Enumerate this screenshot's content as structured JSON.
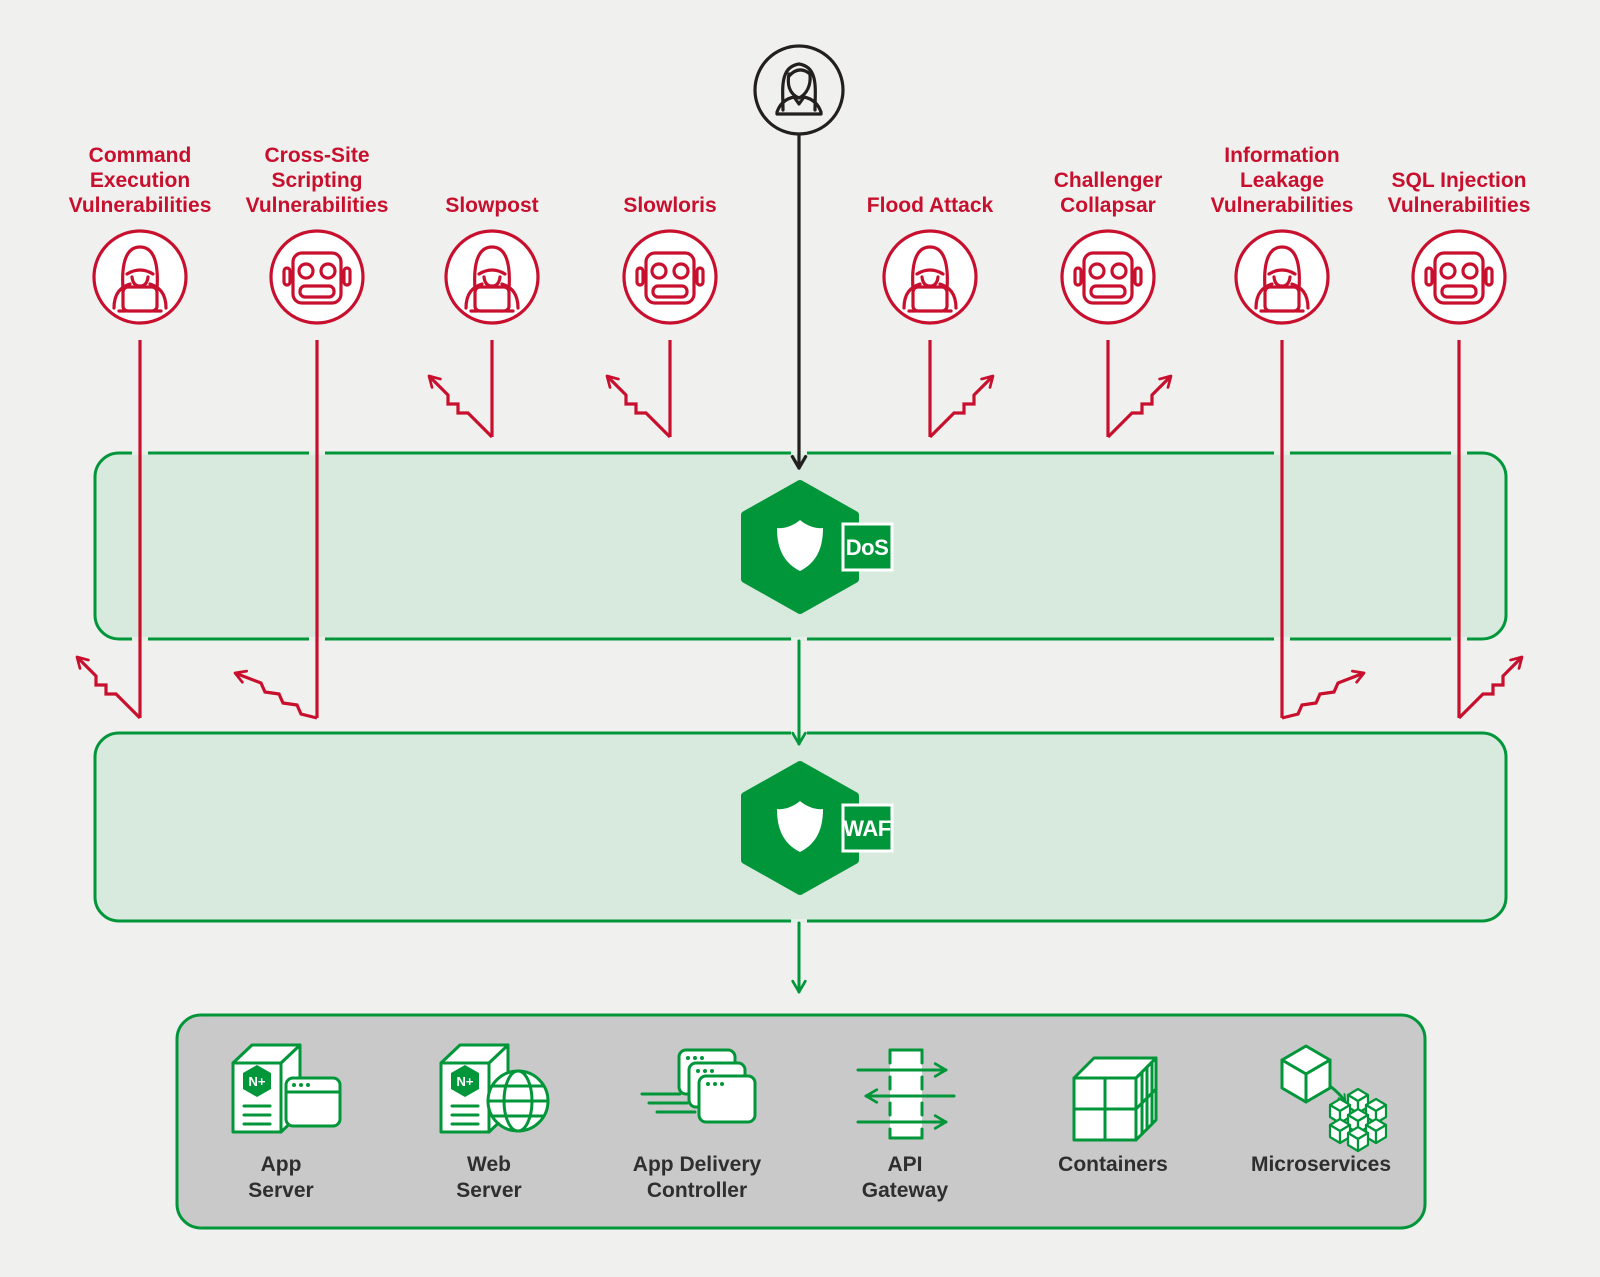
{
  "colors": {
    "attack_red": "#c8102e",
    "nginx_green": "#009639",
    "band_green_fill": "#d8e9dd",
    "infra_gray_fill": "#c9c9c9",
    "page_background": "#f0f0ee",
    "person_black": "#231f20",
    "infra_label_color": "#2f2f2f"
  },
  "attacks": [
    {
      "label": "Command\nExecution\nVulnerabilities",
      "icon": "hacker"
    },
    {
      "label": "Cross-Site\nScripting\nVulnerabilities",
      "icon": "robot"
    },
    {
      "label": "Slowpost",
      "icon": "hacker"
    },
    {
      "label": "Slowloris",
      "icon": "robot"
    },
    {
      "label": "Flood Attack",
      "icon": "hacker"
    },
    {
      "label": "Challenger\nCollapsar",
      "icon": "robot"
    },
    {
      "label": "Information\nLeakage\nVulnerabilities",
      "icon": "hacker"
    },
    {
      "label": "SQL Injection\nVulnerabilities",
      "icon": "robot"
    }
  ],
  "layers": {
    "dos": {
      "tag": "DoS"
    },
    "waf": {
      "tag": "WAF"
    }
  },
  "infrastructure": [
    {
      "label": "App\nServer",
      "badge": "N+"
    },
    {
      "label": "Web\nServer",
      "badge": "N+"
    },
    {
      "label": "App Delivery\nController"
    },
    {
      "label": "API\nGateway"
    },
    {
      "label": "Containers"
    },
    {
      "label": "Microservices"
    }
  ]
}
